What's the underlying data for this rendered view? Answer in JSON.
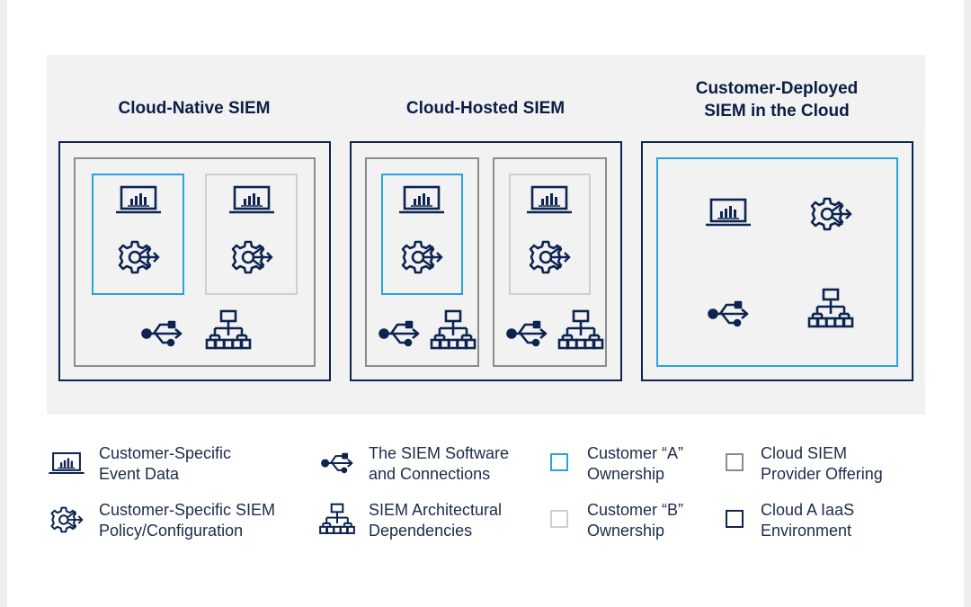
{
  "columns": [
    {
      "title": "Cloud-Native SIEM"
    },
    {
      "title": "Cloud-Hosted SIEM"
    },
    {
      "title": "Customer-Deployed\nSIEM in the Cloud"
    }
  ],
  "legend": [
    {
      "icon": "laptop-chart-icon",
      "text": "Customer-Specific\nEvent Data"
    },
    {
      "icon": "gear-arrows-icon",
      "text": "Customer-Specific SIEM\nPolicy/Configuration"
    },
    {
      "icon": "usb-connection-icon",
      "text": "The SIEM Software\nand Connections"
    },
    {
      "icon": "hierarchy-icon",
      "text": "SIEM Architectural\nDependencies"
    },
    {
      "swatch": "#29a3dc",
      "text": "Customer “A”\nOwnership"
    },
    {
      "swatch": "#cfcfcf",
      "text": "Customer “B”\nOwnership"
    },
    {
      "swatch": "#8c8c8c",
      "text": "Cloud SIEM\nProvider Offering"
    },
    {
      "swatch": "#0d2451",
      "text": "Cloud A IaaS\nEnvironment"
    }
  ],
  "colors": {
    "navy": "#0d2451",
    "cyan": "#29a3dc",
    "gray": "#8c8c8c",
    "light_gray": "#cfcfcf",
    "panel_bg": "#f2f2f2"
  }
}
